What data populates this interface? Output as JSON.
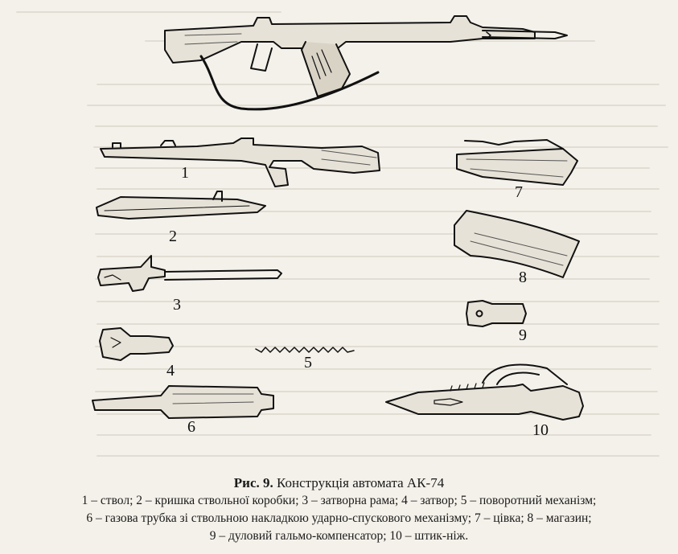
{
  "figure": {
    "parts": [
      {
        "num": "1",
        "name": "ствол"
      },
      {
        "num": "2",
        "name": "кришка ствольної коробки"
      },
      {
        "num": "3",
        "name": "затворна рама"
      },
      {
        "num": "4",
        "name": "затвор"
      },
      {
        "num": "5",
        "name": "поворотний механізм"
      },
      {
        "num": "6",
        "name": "газова трубка зі ствольною накладкою ударно-спускового механізму"
      },
      {
        "num": "7",
        "name": "цівка"
      },
      {
        "num": "8",
        "name": "магазин"
      },
      {
        "num": "9",
        "name": "дуловий гальмо-компенсатор"
      },
      {
        "num": "10",
        "name": "штик-ніж"
      }
    ]
  },
  "caption": {
    "label": "Рис. 9.",
    "title": "Конструкція автомата АК-74",
    "line1": "1 – ствол; 2 – кришка ствольної коробки; 3 – затворна рама; 4 – затвор; 5 – поворотний механізм;",
    "line2": "6 – газова трубка зі ствольною накладкою ударно-спускового механізму; 7 – цівка; 8 – магазин;",
    "line3": "9 – дуловий гальмо-компенсатор; 10 – штик-ніж."
  }
}
